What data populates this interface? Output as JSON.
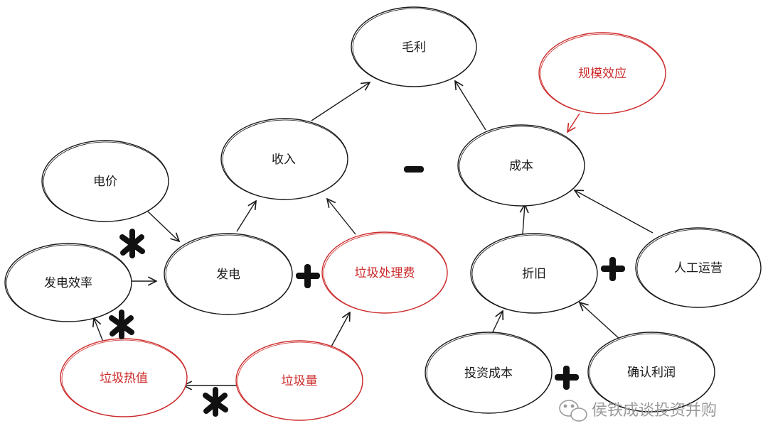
{
  "colors": {
    "ink": "#1a1a1a",
    "red": "#cc2a2a",
    "watermark": "#9a9a9a"
  },
  "nodes": {
    "maoli": "毛利",
    "guimo": "规模效应",
    "shouru": "收入",
    "chengben": "成本",
    "dianjia": "电价",
    "fadian": "发电",
    "fadianxiaolv": "发电效率",
    "lajichulifei": "垃圾处理费",
    "zhejiu": "折旧",
    "rengong": "人工运营",
    "lajireizhi": "垃圾热值",
    "lajiliang": "垃圾量",
    "touzichengben": "投资成本",
    "querenlirun": "确认利润"
  },
  "operators": {
    "minus": "-",
    "plus": "+",
    "times": "*"
  },
  "watermark": {
    "text": "侯铁成谈投资并购",
    "icon": "wechat-icon"
  }
}
